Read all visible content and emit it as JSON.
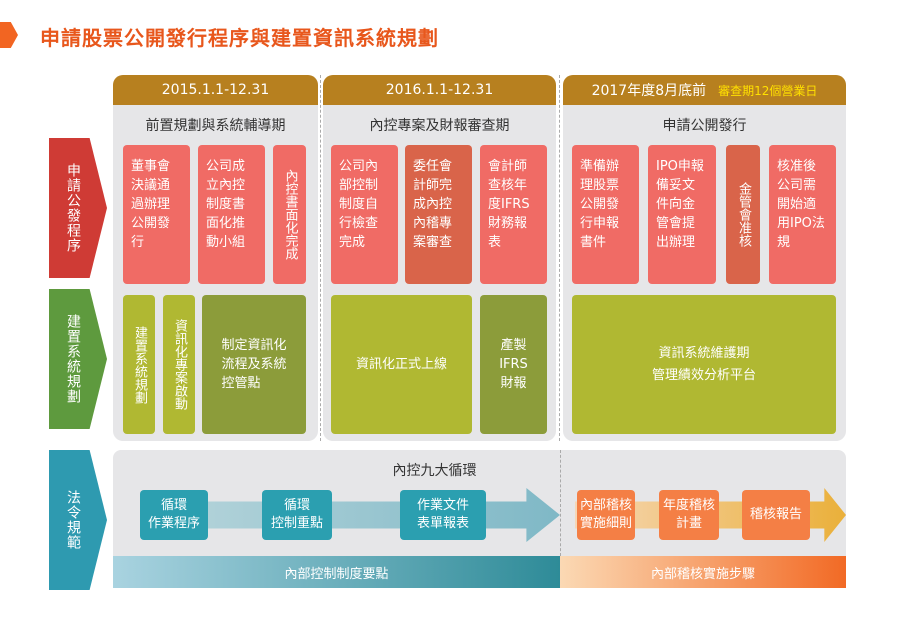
{
  "title": "申請股票公開發行程序與建置資訊系統規劃",
  "side_labels": [
    "申請公發程序",
    "建置系統規劃",
    "法令規範"
  ],
  "columns": [
    {
      "period": "2015.1.1-12.31",
      "phase": "前置規劃與系統輔導期",
      "steps": [
        "董事會\n決議通\n過辦理\n公開發\n行",
        "公司成\n立內控\n制度書\n面化推\n動小組",
        "內控書面化完成"
      ],
      "system": [
        "建置系統規劃",
        "資訊化專案啟動",
        "制定資訊化\n流程及系統\n控管點"
      ]
    },
    {
      "period": "2016.1.1-12.31",
      "phase": "內控專案及財報審查期",
      "steps": [
        "公司內\n部控制\n制度自\n行檢查\n完成",
        "委任會\n計師完\n成內控\n內稽專\n案審查",
        "會計師\n查核年\n度IFRS\n財務報\n表"
      ],
      "system": [
        "資訊化正式上線",
        "產製\nIFRS\n財報"
      ]
    },
    {
      "period": "2017年度8月底前",
      "note": "審查期12個營業日",
      "phase": "申請公開發行",
      "steps": [
        "準備辦\n理股票\n公開發\n行申報\n書件",
        "IPO申報\n備妥文\n件向金\n管會提\n出辦理",
        "金管會准核",
        "核准後\n公司需\n開始適\n用IPO法\n規"
      ],
      "system": [
        "資訊系統維護期\n管理績效分析平台"
      ]
    }
  ],
  "regulation": {
    "title": "內控九大循環",
    "internal_control": [
      "循環\n作業程序",
      "循環\n控制重點",
      "作業文件\n表單報表"
    ],
    "audit": [
      "內部稽核\n實施細則",
      "年度稽核\n計畫",
      "稽核報告"
    ],
    "band_left": "內部控制制度要點",
    "band_right": "內部稽核實施步驟"
  }
}
